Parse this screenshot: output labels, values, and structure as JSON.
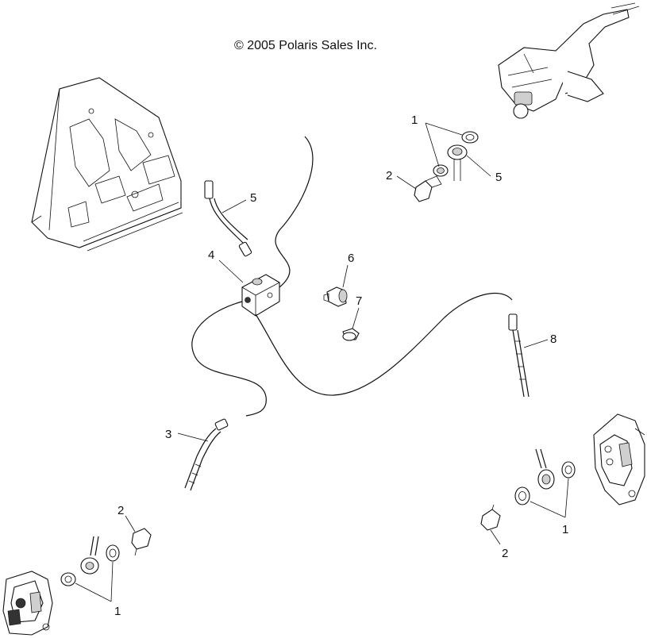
{
  "copyright": "© 2005 Polaris Sales Inc.",
  "callouts": {
    "c1_top": "1",
    "c2_top": "2",
    "c5_top": "5",
    "c5_left": "5",
    "c4": "4",
    "c6": "6",
    "c7": "7",
    "c8": "8",
    "c3": "3",
    "c2_bl": "2",
    "c1_bl": "1",
    "c1_br": "1",
    "c2_br": "2"
  }
}
